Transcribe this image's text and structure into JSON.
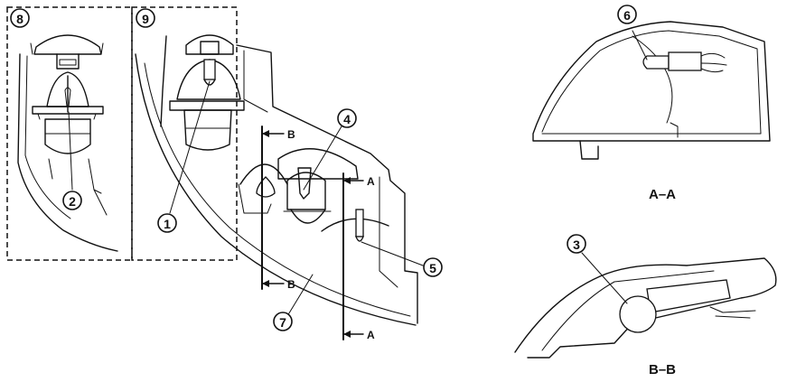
{
  "callouts": {
    "c1": "1",
    "c2": "2",
    "c3": "3",
    "c4": "4",
    "c5": "5",
    "c6": "6",
    "c7": "7",
    "c8": "8",
    "c9": "9"
  },
  "section_marks": {
    "b_top": "B",
    "b_bottom": "B",
    "a_top": "A",
    "a_bottom": "A"
  },
  "view_titles": {
    "aa": "A–A",
    "bb": "B–B"
  }
}
